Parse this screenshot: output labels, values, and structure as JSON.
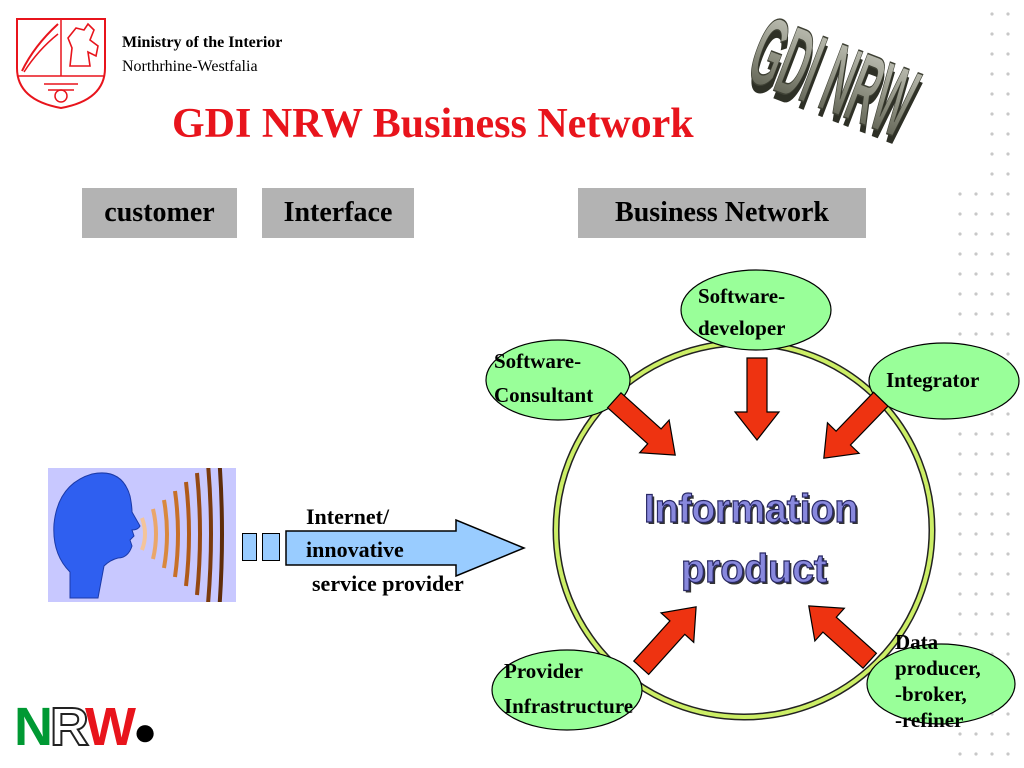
{
  "header": {
    "ministry_line1": "Ministry of the Interior",
    "ministry_line2": "Northrhine-Westfalia",
    "title": "GDI NRW Business Network",
    "corner_logo_text": "GDI NRW"
  },
  "columns": {
    "customer": "customer",
    "interface": "Interface",
    "business_network": "Business Network"
  },
  "interface": {
    "line1": "Internet/",
    "line2": "innovative",
    "line3": "service provider"
  },
  "center": {
    "line1": "Information",
    "line2": "product"
  },
  "nodes": {
    "software_developer": {
      "line1": "Software-",
      "line2": "developer"
    },
    "software_consultant": {
      "line1": "Software-",
      "line2": "Consultant"
    },
    "integrator": {
      "line1": "Integrator"
    },
    "provider_infrastructure": {
      "line1": "Provider",
      "line2": "Infrastructure"
    },
    "data_producer": {
      "line1": "Data",
      "line2": "producer,",
      "line3": "-broker,",
      "line4": "-refiner"
    }
  },
  "footer": {
    "logo_n": "N",
    "logo_r": "R",
    "logo_w": "W"
  },
  "colors": {
    "title_red": "#e8141c",
    "node_green": "#99ff99",
    "ring_green": "#ccee66",
    "arrow_red": "#ee3311",
    "center_text_blue": "#8888dd",
    "header_gray": "#b3b3b3",
    "interface_arrow_blue": "#99ccff",
    "nrw_green": "#009933",
    "nrw_red": "#e8141c"
  }
}
